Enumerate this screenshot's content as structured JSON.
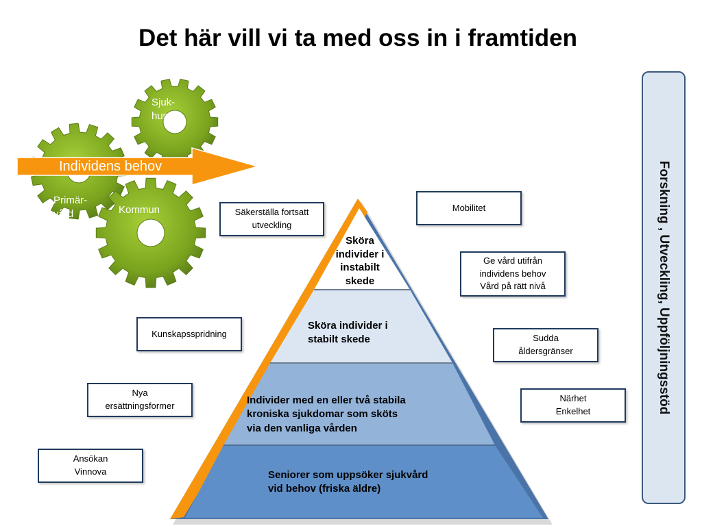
{
  "title": "Det här vill vi ta med oss in i framtiden",
  "gears": {
    "sjukhus": "Sjuk-\nhus",
    "primarvard": "Primär-\nvård",
    "kommun": "Kommun"
  },
  "arrow": {
    "label": "Individens behov"
  },
  "pyramid": {
    "level1": "Sköra\nindivider i\ninstabilt\nskede",
    "level2": "Sköra individer i\nstabilt skede",
    "level3": "Individer med en eller två stabila\nkroniska sjukdomar som sköts\nvia den vanliga vården",
    "level4": "Seniorer som uppsöker sjukvård\nvid behov  (friska äldre)"
  },
  "boxes": {
    "sakerstalla": "Säkerställa fortsatt\nutveckling",
    "mobilitet": "Mobilitet",
    "ge_vard": "Ge vård utifrån\nindividens behov\nVård på rätt nivå",
    "kunskap": "Kunskapsspridning",
    "sudda": "Sudda\nåldersgränser",
    "nya": "Nya\nersättningsformer",
    "narhet": "Närhet\nEnkelhet",
    "ansokan": "Ansökan\nVinnova"
  },
  "sidebar": {
    "label": "Forskning , Utveckling, Uppföljningsstöd"
  },
  "colors": {
    "gear_green": "#7aa31e",
    "arrow_orange": "#f7960e",
    "pyramid_border": "#4a74a8",
    "level1": "#ffffff",
    "level2": "#dce6f2",
    "level3": "#93b3d9",
    "level4": "#5f8fc8"
  }
}
